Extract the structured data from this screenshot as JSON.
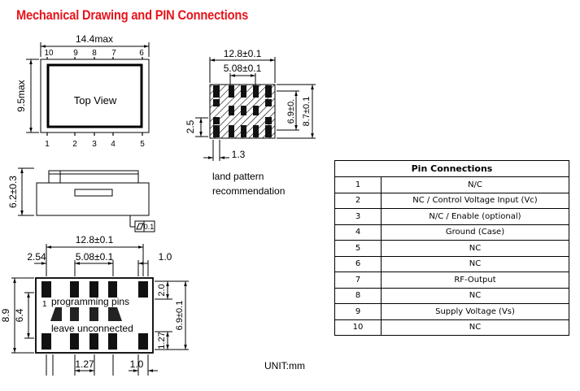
{
  "title": "Mechanical Drawing and PIN Connections",
  "top_view": {
    "width_dim": "14.4max",
    "height_dim": "9.5max",
    "label": "Top View",
    "top_pins": [
      "10",
      "9",
      "8",
      "7",
      "6"
    ],
    "bottom_pins": [
      "1",
      "2",
      "3",
      "4",
      "5"
    ]
  },
  "side_view": {
    "height_dim": "6.2±0.3",
    "flatness": "0.1"
  },
  "land_pattern": {
    "width_outer": "12.8±0.1",
    "width_inner": "5.08±0.1",
    "height_a": "6.9±0.",
    "height_b": "8.7±0.1",
    "pad_height": "2.5",
    "pad_width": "1.3",
    "caption_line1": "land pattern",
    "caption_line2": "recommendation"
  },
  "bottom_view": {
    "width_outer": "12.8±0.1",
    "pitch_outer": "2.54",
    "width_inner": "5.08±0.1",
    "pad_right": "1.0",
    "height_total": "8.9",
    "height_inner": "6.4",
    "pad_top": "2.0",
    "height_pads": "6.9±0.1",
    "pad_bottom": "1.27",
    "pitch_bottom": "1.27",
    "pad_bottom_right": "1.0",
    "pin1_label": "1",
    "note_line1": "programming pins",
    "note_line2": "leave  unconnected"
  },
  "unit": "UNIT:mm",
  "pin_table": {
    "header": "Pin Connections",
    "rows": [
      {
        "pin": "1",
        "function": "N/C"
      },
      {
        "pin": "2",
        "function": "NC / Control Voltage Input (Vc)"
      },
      {
        "pin": "3",
        "function": "N/C / Enable (optional)"
      },
      {
        "pin": "4",
        "function": "Ground (Case)"
      },
      {
        "pin": "5",
        "function": "NC"
      },
      {
        "pin": "6",
        "function": "NC"
      },
      {
        "pin": "7",
        "function": "RF-Output"
      },
      {
        "pin": "8",
        "function": "NC"
      },
      {
        "pin": "9",
        "function": "Supply Voltage (Vs)"
      },
      {
        "pin": "10",
        "function": "NC"
      }
    ]
  },
  "colors": {
    "title": "#e8141b",
    "line": "#000000",
    "pad": "#111111"
  }
}
